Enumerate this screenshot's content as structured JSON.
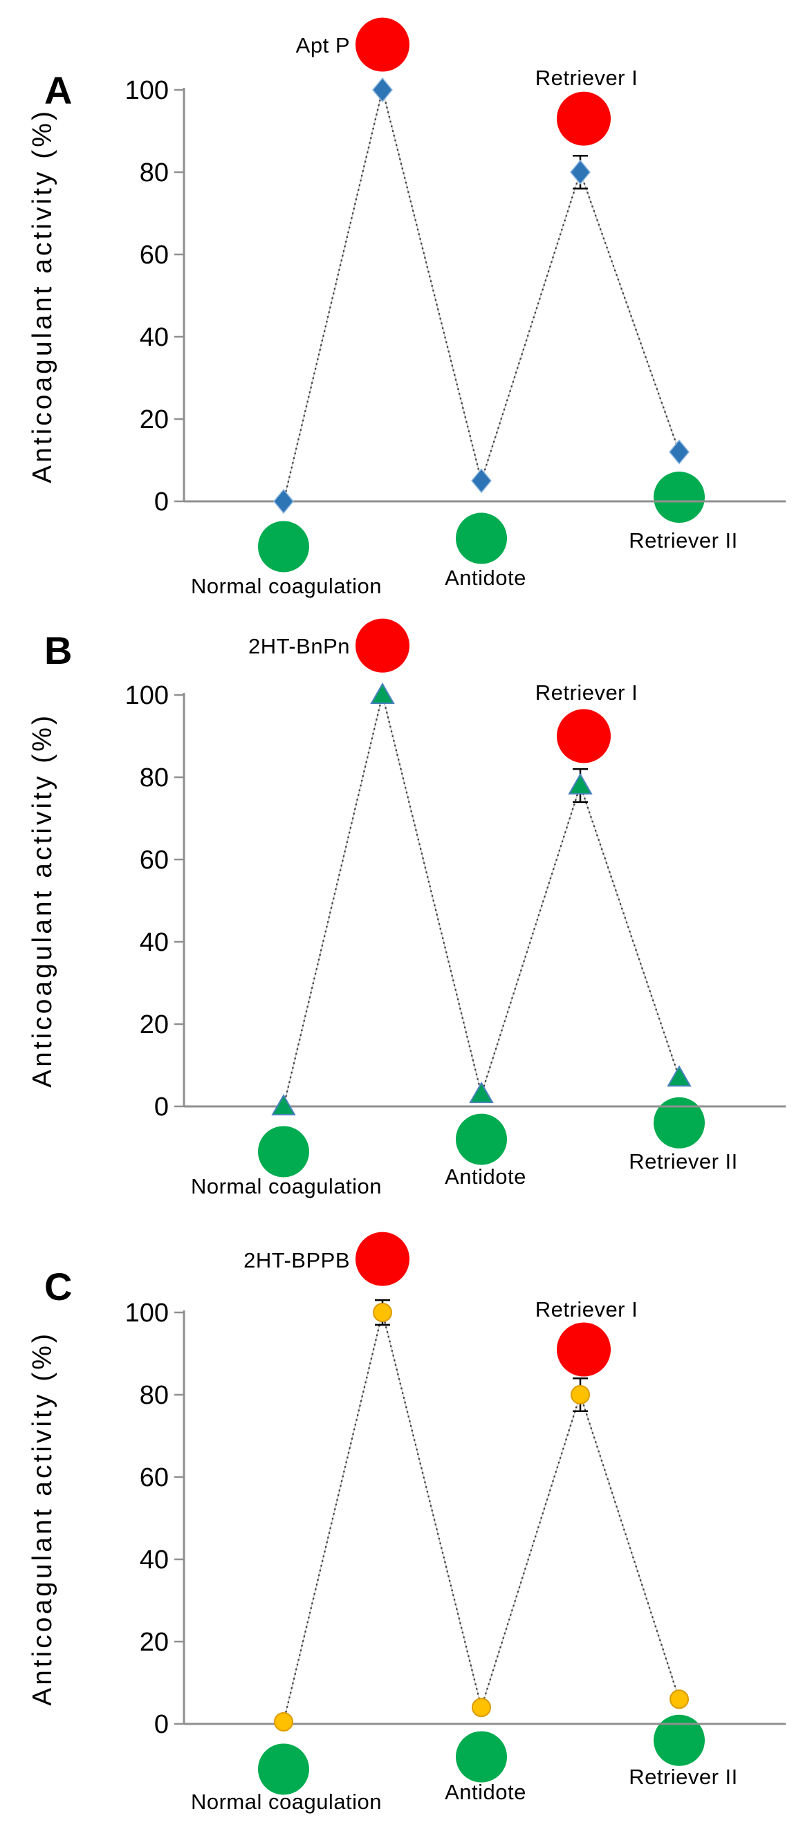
{
  "colors": {
    "red_circle": "#FC0000",
    "green_circle": "#00AC4F",
    "axis_gray": "#8F8F8F",
    "dotted_line": "#3F3F3F",
    "diamond_blue": "#2E75B6",
    "triangle_green": "#00A05A",
    "circle_orange": "#FFC000"
  },
  "chart_data": [
    {
      "type": "line",
      "panel_label": "A",
      "series_name": "Apt P",
      "ylabel": "Anticoagulant activity (%)",
      "yticks": [
        0,
        20,
        40,
        60,
        80,
        100
      ],
      "ylim": [
        -15,
        115
      ],
      "line_style": "dotted",
      "marker": "diamond",
      "marker_color": "#2E75B6",
      "categories": [
        "Normal coagulation",
        "Apt P",
        "Antidote",
        "Retriever I",
        "Retriever II"
      ],
      "values": [
        0,
        100,
        5,
        80,
        12
      ],
      "errors": [
        0,
        0,
        0,
        4,
        0
      ],
      "annotations": {
        "red_circles": [
          {
            "category_index": 1,
            "value": 111,
            "label": "Apt P",
            "label_pos": "left"
          },
          {
            "category_index": 3,
            "value": 93,
            "label": "Retriever I",
            "label_pos": "above"
          }
        ],
        "green_circles": [
          {
            "category_index": 0,
            "value": -11,
            "label": "Normal coagulation",
            "label_pos": "below"
          },
          {
            "category_index": 2,
            "value": -9,
            "label": "Antidote",
            "label_pos": "below"
          },
          {
            "category_index": 4,
            "value": 1,
            "label": "Retriever II",
            "label_pos": "below"
          }
        ]
      }
    },
    {
      "type": "line",
      "panel_label": "B",
      "series_name": "2HT-BnPn",
      "ylabel": "Anticoagulant activity (%)",
      "yticks": [
        0,
        20,
        40,
        60,
        80,
        100
      ],
      "ylim": [
        -15,
        115
      ],
      "line_style": "dotted",
      "marker": "triangle",
      "marker_color": "#00A05A",
      "categories": [
        "Normal coagulation",
        "2HT-BnPn",
        "Antidote",
        "Retriever I",
        "Retriever II"
      ],
      "values": [
        0,
        100,
        3,
        78,
        7
      ],
      "errors": [
        0,
        0,
        0,
        4,
        0
      ],
      "annotations": {
        "red_circles": [
          {
            "category_index": 1,
            "value": 112,
            "label": "2HT-BnPn",
            "label_pos": "left"
          },
          {
            "category_index": 3,
            "value": 90,
            "label": "Retriever I",
            "label_pos": "above"
          }
        ],
        "green_circles": [
          {
            "category_index": 0,
            "value": -11,
            "label": "Normal coagulation",
            "label_pos": "below"
          },
          {
            "category_index": 2,
            "value": -8,
            "label": "Antidote",
            "label_pos": "below"
          },
          {
            "category_index": 4,
            "value": -4,
            "label": "Retriever II",
            "label_pos": "below"
          }
        ]
      }
    },
    {
      "type": "line",
      "panel_label": "C",
      "series_name": "2HT-BPPB",
      "ylabel": "Anticoagulant activity (%)",
      "yticks": [
        0,
        20,
        40,
        60,
        80,
        100
      ],
      "ylim": [
        -15,
        115
      ],
      "line_style": "dotted",
      "marker": "circle",
      "marker_color": "#FFC000",
      "categories": [
        "Normal coagulation",
        "2HT-BPPB",
        "Antidote",
        "Retriever I",
        "Retriever II"
      ],
      "values": [
        0.5,
        100,
        4,
        80,
        6
      ],
      "errors": [
        0,
        3,
        0,
        4,
        0
      ],
      "annotations": {
        "red_circles": [
          {
            "category_index": 1,
            "value": 113,
            "label": "2HT-BPPB",
            "label_pos": "left"
          },
          {
            "category_index": 3,
            "value": 91,
            "label": "Retriever I",
            "label_pos": "above"
          }
        ],
        "green_circles": [
          {
            "category_index": 0,
            "value": -11,
            "label": "Normal coagulation",
            "label_pos": "below"
          },
          {
            "category_index": 2,
            "value": -8,
            "label": "Antidote",
            "label_pos": "below"
          },
          {
            "category_index": 4,
            "value": -4,
            "label": "Retriever II",
            "label_pos": "below"
          }
        ]
      }
    }
  ]
}
